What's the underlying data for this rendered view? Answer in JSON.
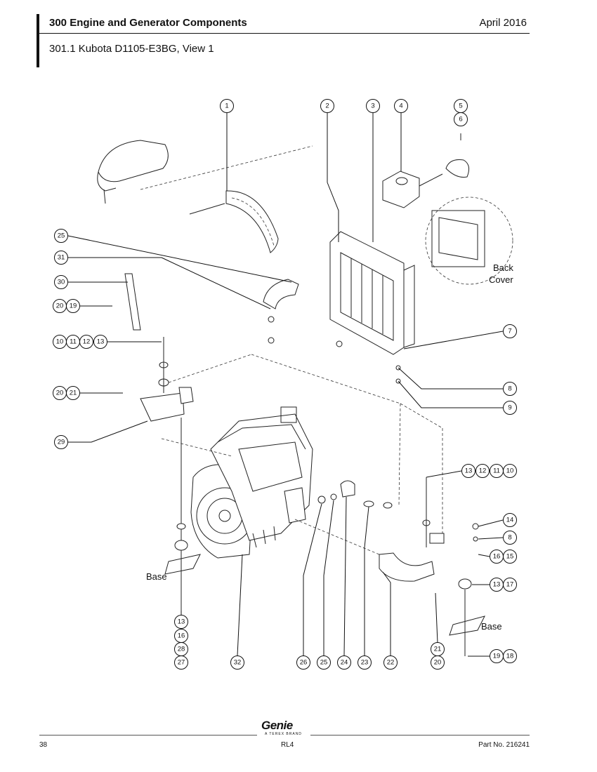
{
  "header": {
    "section_title": "300 Engine and Generator Components",
    "date": "April 2016",
    "subtitle": "301.1 Kubota D1105-E3BG, View 1"
  },
  "diagram": {
    "labels": {
      "back_cover": [
        "Back",
        "Cover"
      ],
      "base_left": "Base",
      "base_right": "Base"
    },
    "callouts": {
      "c1": "1",
      "c2": "2",
      "c3": "3",
      "c4": "4",
      "c5": "5",
      "c6": "6",
      "c25a": "25",
      "c31": "31",
      "c30": "30",
      "c20a": "20",
      "c19a": "19",
      "c10a": "10",
      "c11a": "11",
      "c12a": "12",
      "c13a": "13",
      "c20b": "20",
      "c21a": "21",
      "c29": "29",
      "c7": "7",
      "c8a": "8",
      "c9": "9",
      "c13b": "13",
      "c12b": "12",
      "c11b": "11",
      "c10b": "10",
      "c14": "14",
      "c8b": "8",
      "c16a": "16",
      "c15": "15",
      "c13c": "13",
      "c17": "17",
      "c19b": "19",
      "c18": "18",
      "c13d": "13",
      "c16b": "16",
      "c28": "28",
      "c27": "27",
      "c32": "32",
      "c26": "26",
      "c25b": "25",
      "c24": "24",
      "c23": "23",
      "c22": "22",
      "c21b": "21",
      "c20c": "20"
    }
  },
  "footer": {
    "page_number": "38",
    "model": "RL4",
    "part_number": "Part No. 216241",
    "logo": "Genie",
    "logo_tagline": "A TEREX BRAND"
  }
}
